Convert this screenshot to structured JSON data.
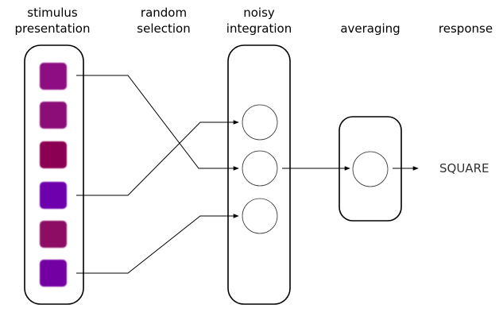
{
  "headers": {
    "stimulus_line1": "stimulus",
    "stimulus_line2": "presentation",
    "selection_line1": "random",
    "selection_line2": "selection",
    "integration_line1": "noisy",
    "integration_line2": "integration",
    "averaging": "averaging",
    "response": "response"
  },
  "response_label": "SQUARE",
  "stimuli": [
    {
      "color": "#8e0a82"
    },
    {
      "color": "#8c0a78"
    },
    {
      "color": "#8c0352"
    },
    {
      "color": "#6e05ad"
    },
    {
      "color": "#8c0963"
    },
    {
      "color": "#7306a3"
    }
  ],
  "colors": {
    "line": "#000000",
    "unit_stroke": "#333333"
  }
}
